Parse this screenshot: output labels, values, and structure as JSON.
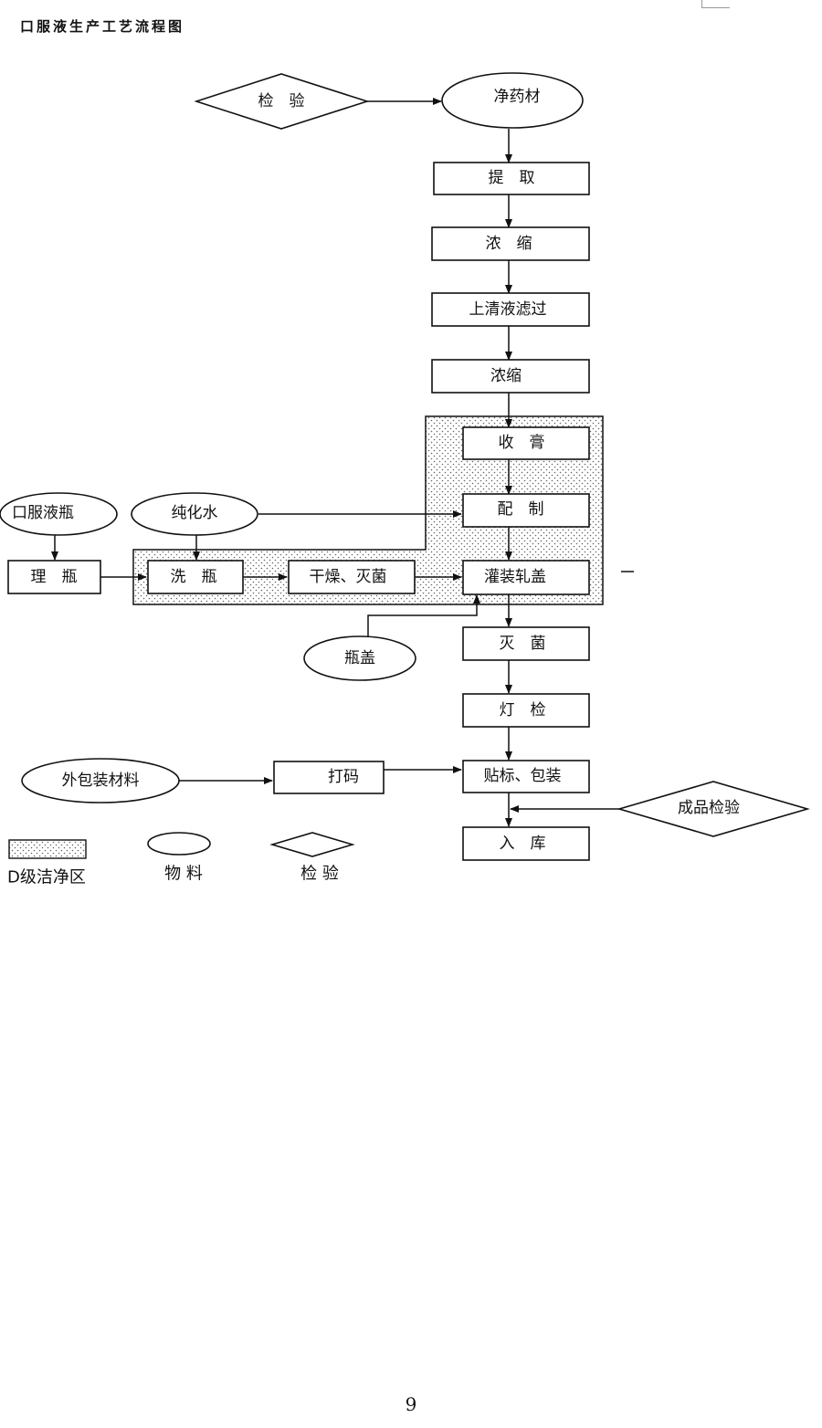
{
  "page": {
    "title": "口服液生产工艺流程图",
    "number": "9"
  },
  "colors": {
    "line": "#111111",
    "fill": "#ffffff",
    "dots": "#666666"
  },
  "nodes": {
    "inspection": "检　验",
    "herbs": "净药材",
    "extract": "提　取",
    "concentrate1": "浓　缩",
    "filter": "上清液滤过",
    "concentrate2": "浓缩",
    "collect": "收　膏",
    "prepare": "配　制",
    "bottle": "口服液瓶",
    "water": "纯化水",
    "sort_bottle": "理　瓶",
    "wash_bottle": "洗　瓶",
    "dry_sterilize": "干燥、灭菌",
    "fill_seal": "灌装轧盖",
    "cap": "瓶盖",
    "sterilize": "灭　菌",
    "light_check": "灯　检",
    "outer_pack": "外包装材料",
    "print_code": "打码",
    "label_pack": "贴标、包装",
    "final_check": "成品检验",
    "storage": "入　库"
  },
  "legend": {
    "clean_zone": "D级洁净区",
    "material": "物 料",
    "inspection": "检 验"
  }
}
